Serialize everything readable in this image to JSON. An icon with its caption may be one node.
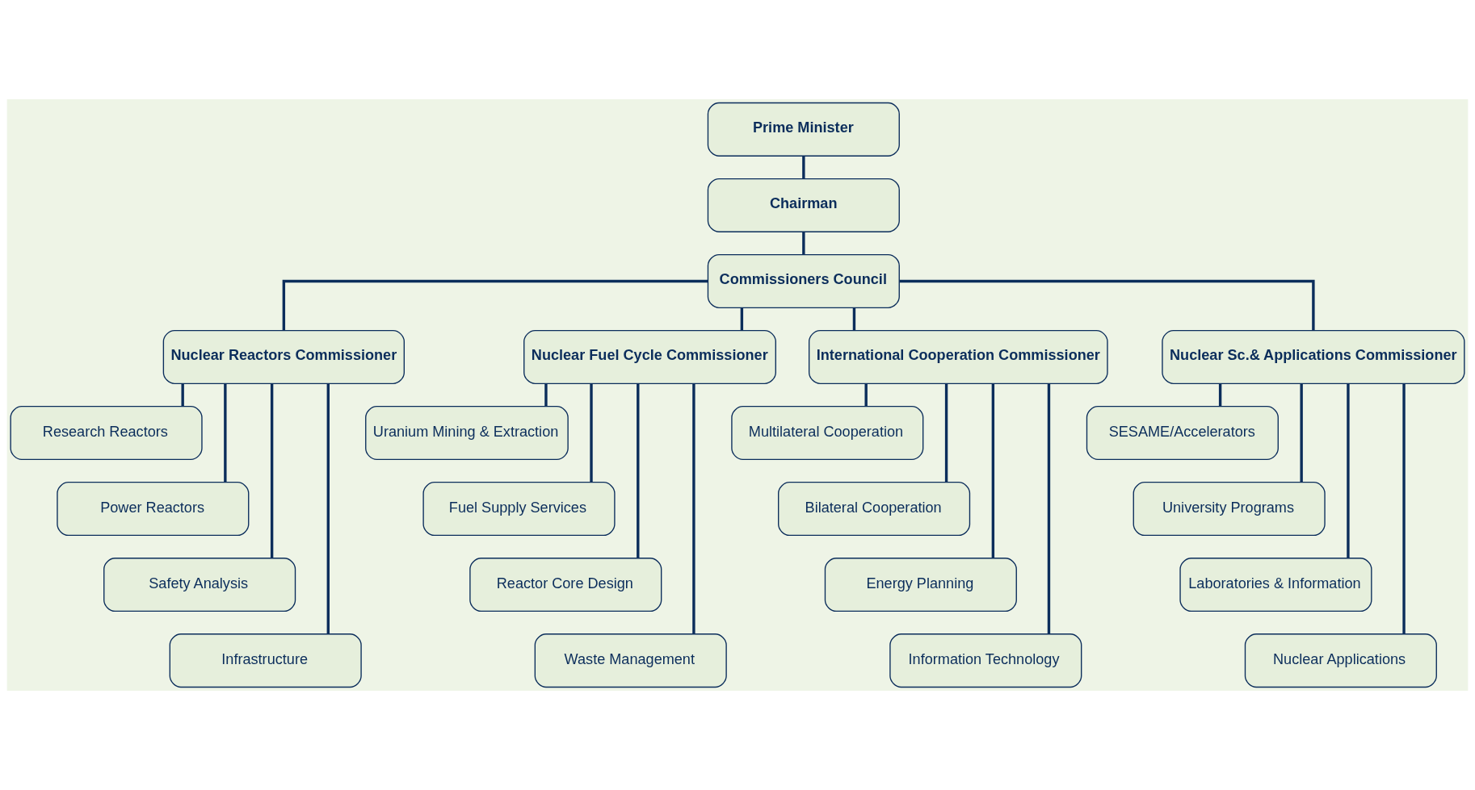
{
  "diagram": {
    "nodes": [
      {
        "text": [
          "Prime Minister"
        ]
      },
      {
        "text": [
          "Chairman"
        ]
      },
      {
        "text": [
          "Commissioners Council"
        ]
      },
      {
        "text": [
          "Nuclear Reactors Commissioner"
        ]
      },
      {
        "text": [
          "Nuclear Fuel Cycle Commissioner"
        ]
      },
      {
        "text": [
          "International Cooperation Commissioner"
        ]
      },
      {
        "text": [
          "Nuclear Sc.& Applications Commissioner"
        ]
      },
      {
        "text": [
          "Research Reactors"
        ]
      },
      {
        "text": [
          "Uranium Mining & Extraction"
        ]
      },
      {
        "text": [
          "Multilateral Cooperation"
        ]
      },
      {
        "text": [
          "SESAME/Accelerators"
        ]
      },
      {
        "text": [
          "Power Reactors"
        ]
      },
      {
        "text": [
          "Fuel Supply Services"
        ]
      },
      {
        "text": [
          "Bilateral Cooperation"
        ]
      },
      {
        "text": [
          "University Programs"
        ]
      },
      {
        "text": [
          "Safety Analysis"
        ]
      },
      {
        "text": [
          "Reactor Core Design"
        ]
      },
      {
        "text": [
          "Energy Planning"
        ]
      },
      {
        "text": [
          "Laboratories & Information"
        ]
      },
      {
        "text": [
          "Infrastructure"
        ]
      },
      {
        "text": [
          "Waste Management"
        ]
      },
      {
        "text": [
          "Information Technology"
        ]
      },
      {
        "text": [
          "Nuclear Applications"
        ]
      }
    ],
    "edges": [
      {
        "from": 0,
        "to": 1,
        "arrow": "none"
      },
      {
        "from": 1,
        "to": 2,
        "arrow": "none"
      },
      {
        "from": 2,
        "to": 3,
        "arrow": "none"
      },
      {
        "from": 2,
        "to": 4,
        "arrow": "none"
      },
      {
        "from": 2,
        "to": 5,
        "arrow": "none"
      },
      {
        "from": 2,
        "to": 6,
        "arrow": "none"
      },
      {
        "from": 3,
        "to": 7,
        "arrow": "none"
      },
      {
        "from": 3,
        "to": 11,
        "arrow": "none"
      },
      {
        "from": 3,
        "to": 15,
        "arrow": "none"
      },
      {
        "from": 3,
        "to": 19,
        "arrow": "none"
      },
      {
        "from": 4,
        "to": 8,
        "arrow": "none"
      },
      {
        "from": 4,
        "to": 12,
        "arrow": "none"
      },
      {
        "from": 4,
        "to": 16,
        "arrow": "none"
      },
      {
        "from": 4,
        "to": 20,
        "arrow": "none"
      },
      {
        "from": 5,
        "to": 9,
        "arrow": "none"
      },
      {
        "from": 5,
        "to": 13,
        "arrow": "none"
      },
      {
        "from": 5,
        "to": 17,
        "arrow": "none"
      },
      {
        "from": 5,
        "to": 21,
        "arrow": "none"
      },
      {
        "from": 6,
        "to": 10,
        "arrow": "none"
      },
      {
        "from": 6,
        "to": 14,
        "arrow": "none"
      },
      {
        "from": 6,
        "to": 18,
        "arrow": "none"
      },
      {
        "from": 6,
        "to": 22,
        "arrow": "none"
      }
    ]
  }
}
